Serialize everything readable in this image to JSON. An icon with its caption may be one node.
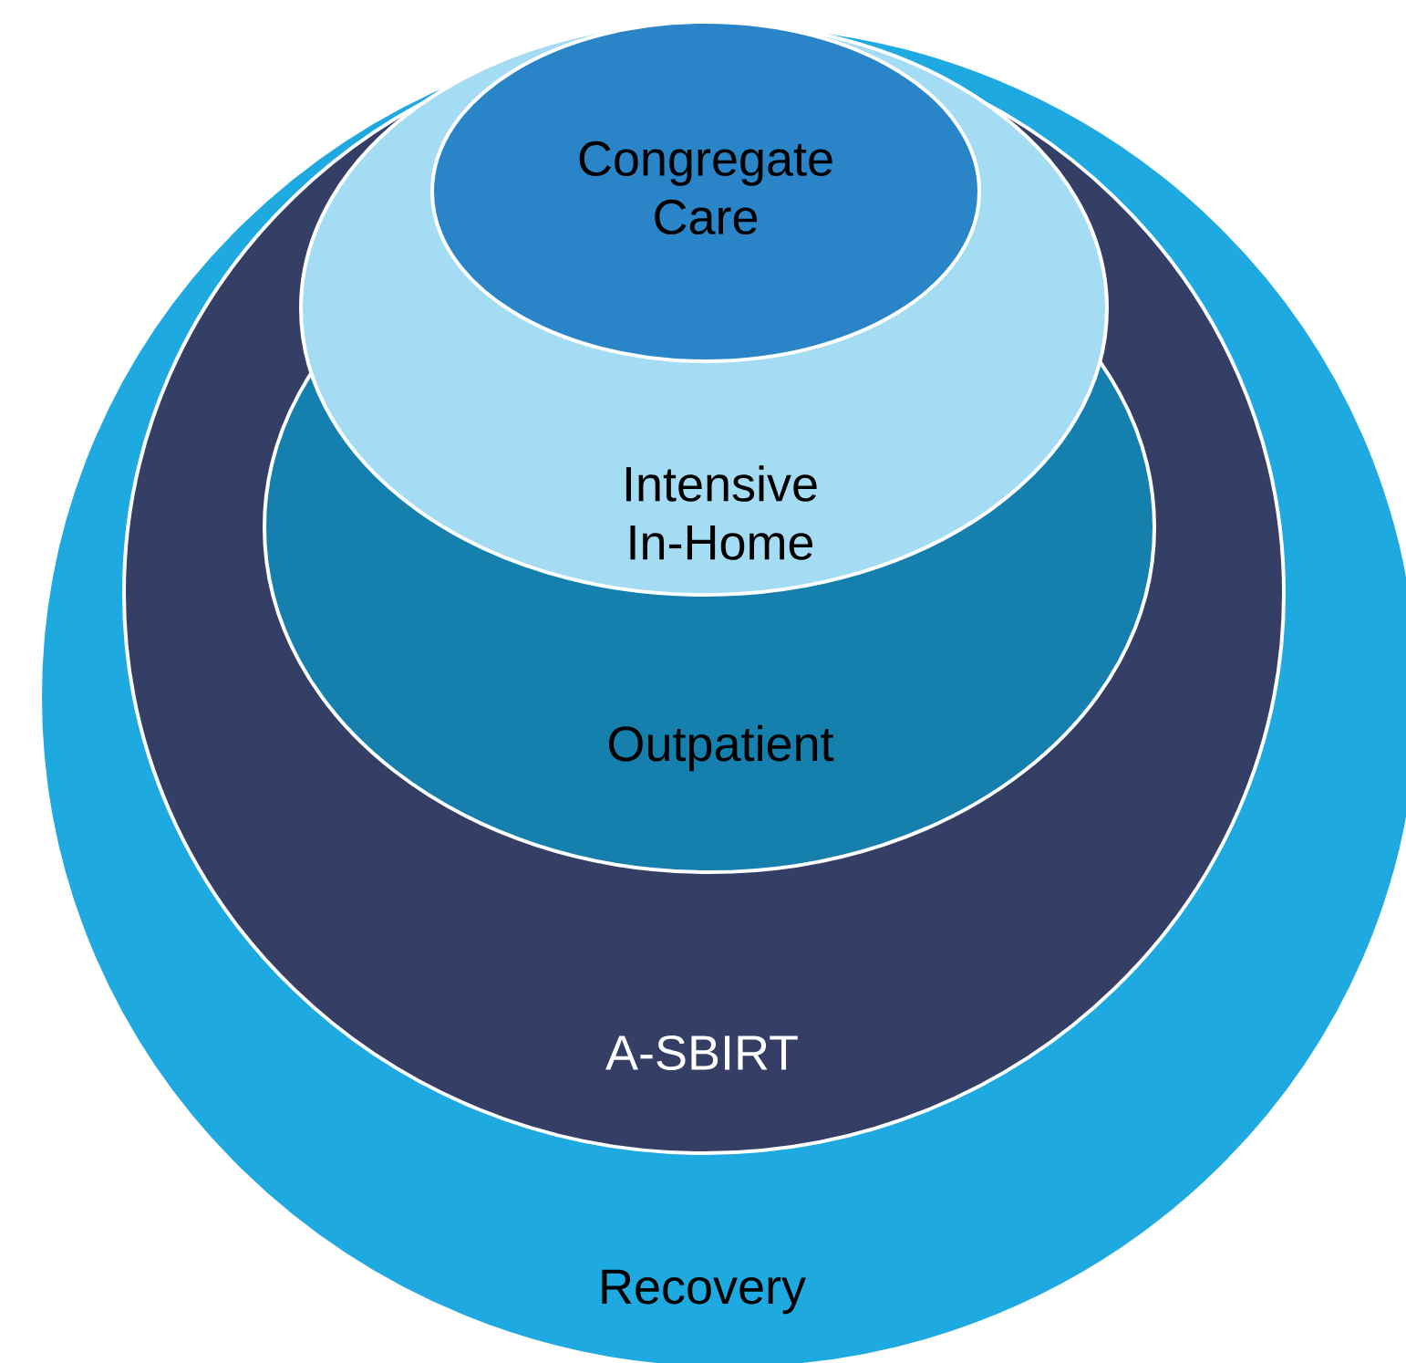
{
  "diagram": {
    "nodes": [
      {
        "text": [
          "Recovery"
        ]
      },
      {
        "text": [
          "A-SBIRT"
        ],
        "in": 0
      },
      {
        "text": [
          "Outpatient"
        ],
        "in": 1
      },
      {
        "text": [
          "Intensive In-Home"
        ],
        "in": 1
      },
      {
        "text": [
          "Congregate Care"
        ],
        "in": 3
      }
    ]
  }
}
